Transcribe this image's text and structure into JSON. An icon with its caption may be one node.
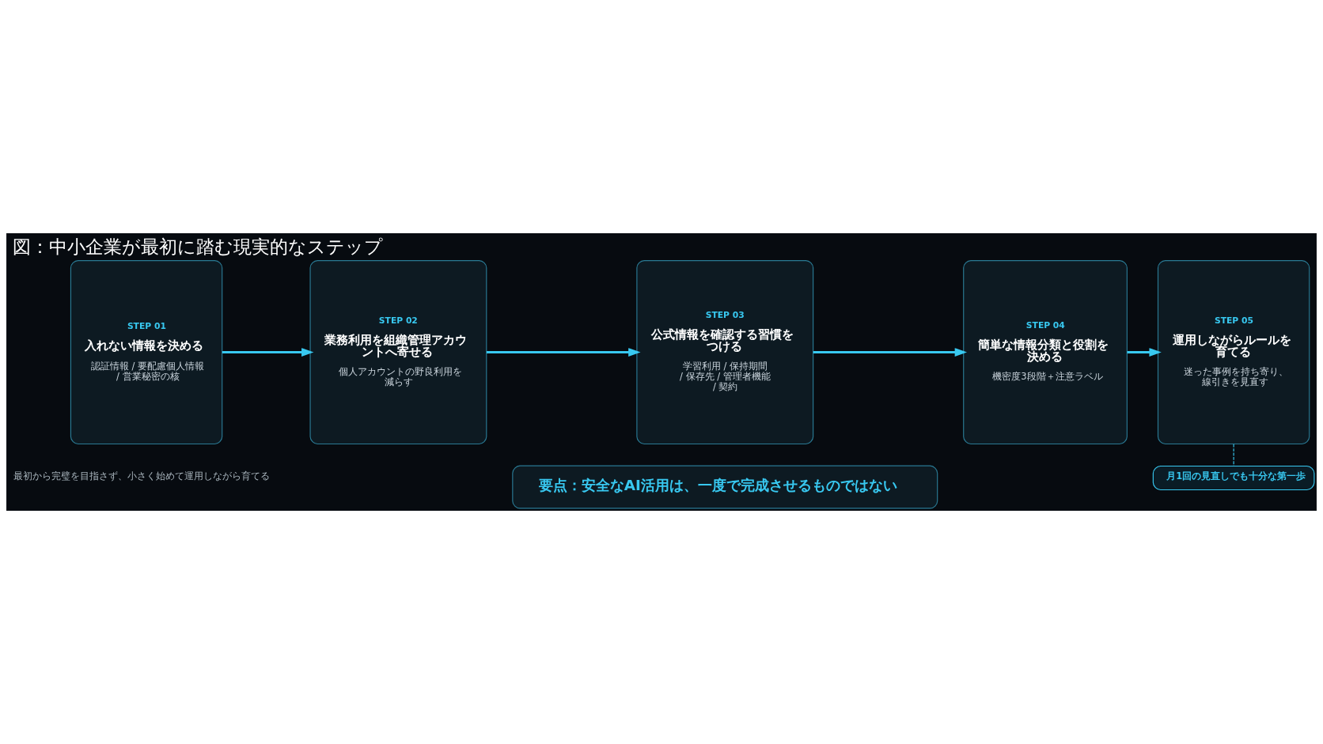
{
  "diagram": {
    "title": "図：中小企業が最初に踏む現実的なステップ",
    "nodes": [
      {
        "text": [
          "STEP 01",
          "入れない情報を決める",
          "認証情報 / 要配慮個人情報 / 営業秘密の核"
        ]
      },
      {
        "text": [
          "STEP 02",
          "業務利用を組織管理アカウントへ寄せる",
          "個人アカウントの野良利用を減らす"
        ]
      },
      {
        "text": [
          "STEP 03",
          "公式情報を確認する習慣をつける",
          "学習利用 / 保持期間 / 保存先 / 管理者機能 / 契約"
        ]
      },
      {
        "text": [
          "STEP 04",
          "簡単な情報分類と役割を決める",
          "機密度3段階＋注意ラベル"
        ]
      },
      {
        "text": [
          "STEP 05",
          "運用しながらルールを育てる",
          "迷った事例を持ち寄り、線引きを見直す"
        ]
      },
      {
        "text": [
          "月1回の見直しでも十分な第一歩"
        ]
      },
      {
        "text": [
          "要点：安全なAI活用は、一度で完成させるものではない"
        ]
      }
    ],
    "edges": [
      {
        "from": 0,
        "to": 1,
        "arrow": "to"
      },
      {
        "from": 1,
        "to": 2,
        "arrow": "to"
      },
      {
        "from": 2,
        "to": 3,
        "arrow": "to"
      },
      {
        "from": 3,
        "to": 4,
        "arrow": "to"
      },
      {
        "from": 4,
        "to": 5,
        "arrow": "none",
        "style": "dashed"
      }
    ],
    "labels": [
      "最初から完璧を目指さず、小さく始めて運用しながら育てる"
    ]
  }
}
